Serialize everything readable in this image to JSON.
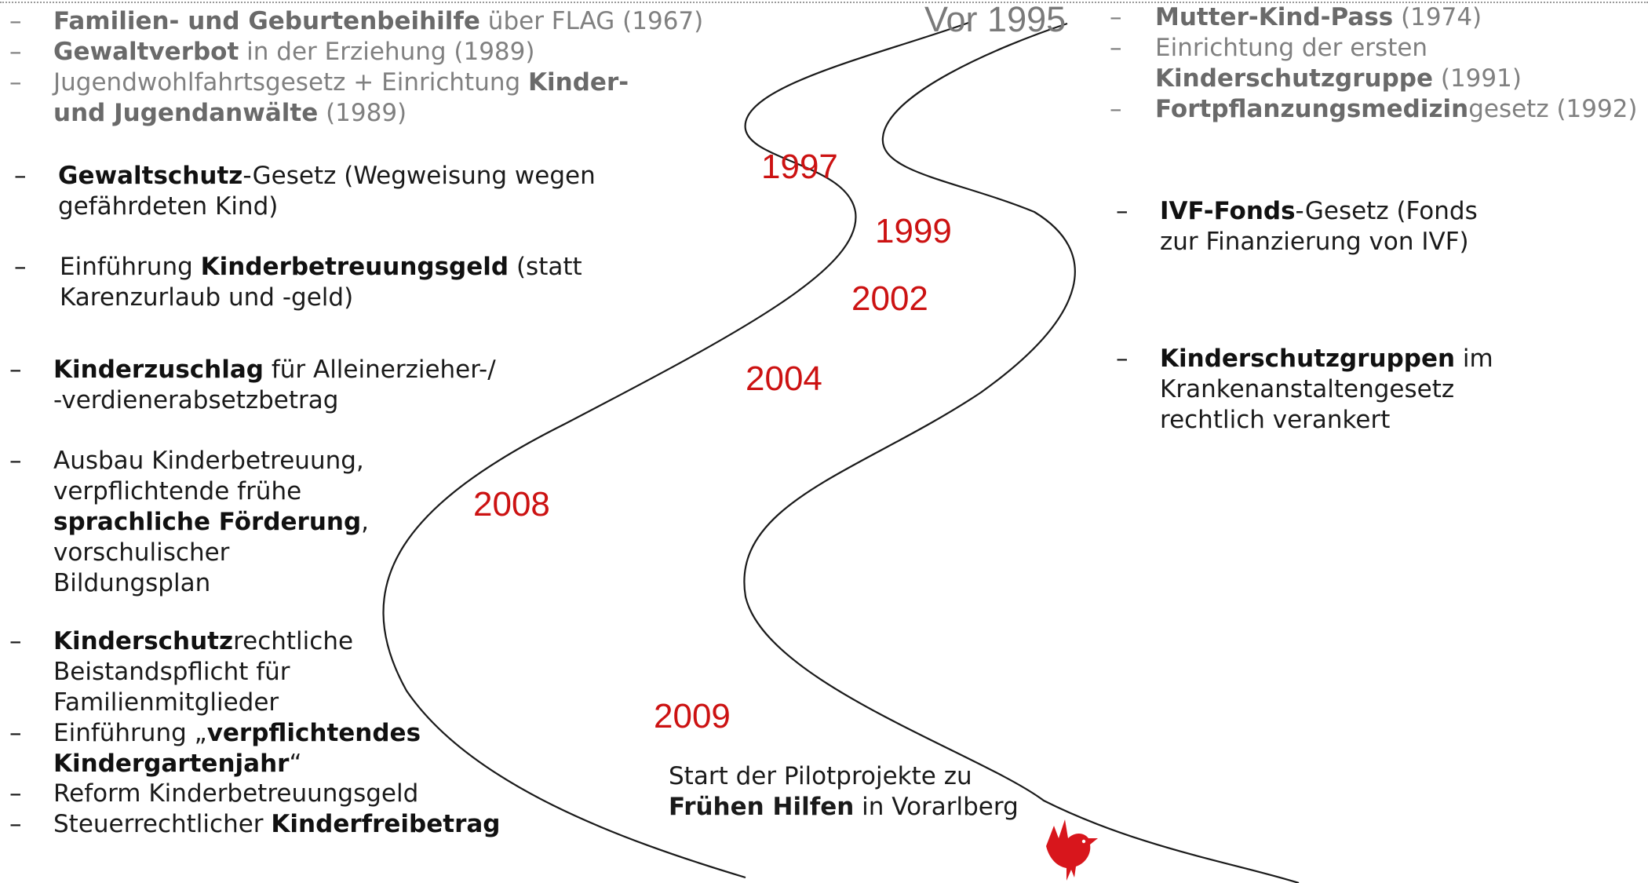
{
  "years": {
    "before": "Vor 1995",
    "y1997": "1997",
    "y1999": "1999",
    "y2002": "2002",
    "y2004": "2004",
    "y2008": "2008",
    "y2009": "2009"
  },
  "dash": "–",
  "left": {
    "flag": {
      "bold": "Familien- und Geburtenbeihilfe",
      "rest": " über FLAG (1967)"
    },
    "gewaltverbot": {
      "bold": "Gewaltverbot",
      "rest": " in der Erziehung (1989)"
    },
    "jwg": {
      "pre": "Jugendwohlfahrtsgesetz + Einrichtung ",
      "bold1": "Kinder-",
      "bold2": "und Jugendanwälte",
      "rest": " (1989)"
    },
    "gewaltschutz": {
      "bold": "Gewaltschutz",
      "rest1": "-Gesetz (Wegweisung wegen",
      "rest2": "gefährdeten Kind)"
    },
    "kbg": {
      "pre": "Einführung ",
      "bold": "Kinderbetreuungsgeld",
      "rest1": " (statt",
      "rest2": "Karenzurlaub und -geld)"
    },
    "zuschlag": {
      "bold": "Kinderzuschlag",
      "rest1": " für Alleinerzieher-/",
      "rest2": "-verdienerabsetzbetrag"
    },
    "ausbau": {
      "line1": "Ausbau Kinderbetreuung,",
      "line2": "verpflichtende frühe",
      "bold": "sprachliche Förderung",
      "comma": ",",
      "line4": "vorschulischer",
      "line5": "Bildungsplan"
    },
    "kinderschutz": {
      "bold": "Kinderschutz",
      "rest1": "rechtliche",
      "line2": "Beistandspflicht für",
      "line3": "Familienmitglieder"
    },
    "kigajahr": {
      "pre": "Einführung „",
      "bold1": "verpflichtendes",
      "bold2": "Kindergartenjahr",
      "post": "“"
    },
    "reform": {
      "text": "Reform Kinderbetreuungsgeld"
    },
    "freibetrag": {
      "pre": "Steuerrechtlicher ",
      "bold": "Kinderfreibetrag"
    }
  },
  "right": {
    "mkpass": {
      "bold": "Mutter-Kind-Pass",
      "rest": " (1974)"
    },
    "ksg": {
      "line1": "Einrichtung der ersten",
      "bold": "Kinderschutzgruppe",
      "rest": " (1991)"
    },
    "fmed": {
      "bold": "Fortpflanzungsmedizin",
      "rest": "gesetz (1992)"
    },
    "ivf": {
      "bold": "IVF-Fonds",
      "rest1": "-Gesetz (Fonds",
      "line2": "zur Finanzierung von IVF)"
    },
    "ksgruppen": {
      "bold": "Kinderschutzgruppen",
      "rest1": " im",
      "line2": "Krankenanstaltengesetz",
      "line3": "rechtlich verankert"
    }
  },
  "finale": {
    "line1": "Start der Pilotprojekte zu",
    "bold": "Frühen Hilfen",
    "rest": " in Vorarlberg"
  },
  "colors": {
    "year_red": "#cc1212",
    "bird_red": "#d8161c",
    "gray_text": "#808080"
  },
  "icons": {
    "bird": "red-bird-logo"
  }
}
